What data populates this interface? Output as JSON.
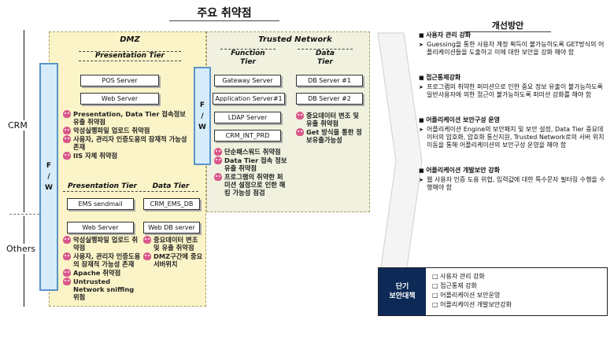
{
  "title": "주요 취약점",
  "labels": {
    "crm": "CRM",
    "others": "Others",
    "fw": "F\n/\nW"
  },
  "zones": {
    "dmz": "DMZ",
    "trusted": "Trusted Network",
    "pres_tier_top": "Presentation Tier",
    "func_tier": "Function\nTier",
    "data_tier_top": "Data\nTier",
    "pres_tier_bottom": "Presentation Tier",
    "data_tier_bottom": "Data Tier"
  },
  "servers": {
    "pos": "POS Server",
    "web1": "Web Server",
    "gateway": "Gateway Server",
    "app1": "Application Server#1",
    "ldap": "LDAP Server",
    "crm_int": "CRM_INT_PRD",
    "db1": "DB Server #1",
    "db2": "DB Server #2",
    "ems_send": "EMS sendmail",
    "crm_ems": "CRM_EMS_DB",
    "web2": "Web Server",
    "webdb": "Web DB server"
  },
  "vuln": {
    "dmz_top": [
      "Presentation, Data Tier 접속정보 유출 취약점",
      "악성실행파일 업로드 취약점",
      "사용자, 관리자 인증도용의 잠재적 가능성 존재",
      "IIS 자체 취약점"
    ],
    "function": [
      "단순패스워드 취약점",
      "Data Tier 접속 정보 유출 취약점",
      "프로그램의 취약한 퍼미션 설정으로 인한 해킹 가능성 점검"
    ],
    "data": [
      "중요데이터 변조 및 유출 취약점",
      "Get 방식을 통한 정보유출가능성"
    ],
    "others_pres": [
      "악성실행파일 업로드 취약점",
      "사용자, 관리자 인증도용의 잠재적 가능성 존재",
      "Apache 취약점",
      "Untrusted Network sniffing 위험"
    ],
    "others_data": [
      "중요데이터 변조 및 유출 취약점",
      "DMZ구간에 중요서버위치"
    ]
  },
  "improvement": {
    "title": "개선방안",
    "sections": [
      {
        "title": "사용자 관리 강화",
        "body": "Guessing을 통한 사용자 계정 획득이 불가능하도록 GET방식의 어플리케이션들을 도출하고 이에 대한 보안을 강화 해야 함"
      },
      {
        "title": "접근통제강화",
        "body": "프로그램의 취약한 퍼미션으로 인한 중요 정보 유출이 불가능하도록 일반사용자에 의한 접근이 불가능하도록 퍼미션 강화를 해야 함"
      },
      {
        "title": "어플리케이션 보안구성 운영",
        "body": "어플리케이션 Engine의 보안패치 및 보안 설정, Data Tier 중요데이터의 암호화, 암호화 통신지원, Trusted Network로의 서버 위치 이동을 통해 어플리케이션의 보안구성 운영을 해야 함"
      },
      {
        "title": "어플리케이션 개발보안 강화",
        "body": "웹 사용자 인증 도용 위협, 입력값에 대한 특수문자 필터링 수행을 수행해야 함"
      }
    ]
  },
  "short_term": {
    "label": "단기\n보안대책",
    "items": [
      "사용자 관리 강화",
      "접근통제 강화",
      "어플리케이션 보안운영",
      "어플리케이션 개발보안강화"
    ]
  }
}
